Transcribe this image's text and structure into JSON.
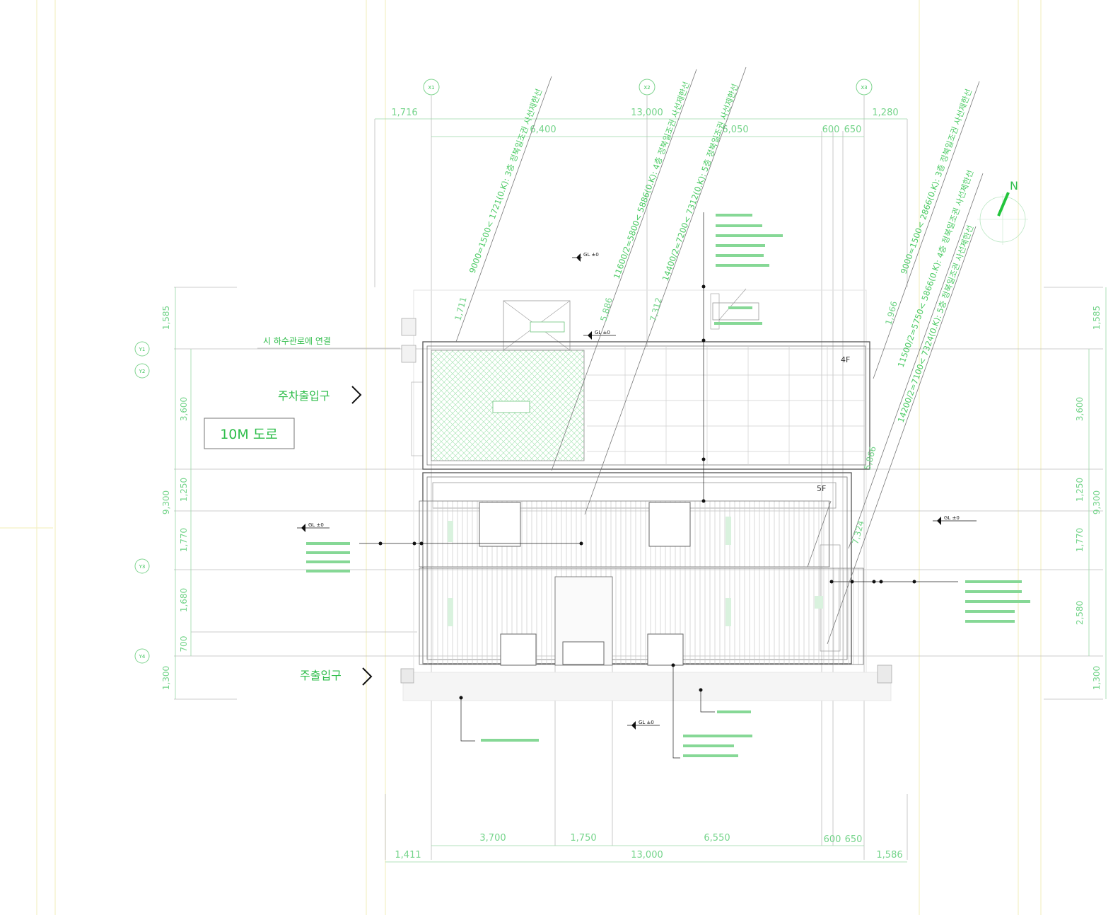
{
  "grid_bubbles": {
    "top": [
      "X1",
      "X2",
      "X3"
    ],
    "left": [
      "Y1",
      "Y2",
      "Y3",
      "Y4"
    ]
  },
  "top_dims": {
    "overall": [
      "1,716",
      "13,000",
      "1,280"
    ],
    "parts": [
      "6,400",
      "6,050",
      "600",
      "650"
    ]
  },
  "bottom_dims": {
    "parts": [
      "3,700",
      "1,750",
      "6,550",
      "600",
      "650"
    ],
    "overall": [
      "1,411",
      "13,000",
      "1,586"
    ]
  },
  "left_dims": [
    "1,585",
    "3,600",
    "1,250",
    "1,770",
    "1,680",
    "700",
    "1,300",
    "9,300"
  ],
  "right_dims": [
    "1,585",
    "3,600",
    "1,250",
    "1,770",
    "2,580",
    "1,300",
    "9,300"
  ],
  "sunlight_lines": [
    "9000=1500< 1721(0.K): 3층 정북일조권 사선제한선",
    "11600/2=5800< 5886(0.K): 4층 정북일조권 사선제한선",
    "14400/2=7200< 7312(0.K): 5층 정북일조권 사선제한선",
    "9000=1500< 2866(0.K): 3층 정북일조권 사선제한선",
    "11500/2=5750< 5866(0.K): 4층 정북일조권 사선제한선",
    "14200/2=7100< 7324(0.K): 5층 정북일조권 사선제한선"
  ],
  "labels": {
    "sewer": "시 하수관로에 연결",
    "parking_entrance": "주차출입구",
    "main_entrance": "주출입구",
    "road": "10M 도로",
    "floor_4f": "4F",
    "floor_5f": "5F",
    "north": "N",
    "gl": [
      "GL ±0",
      "GL ±0",
      "GL ±0",
      "GL ±0",
      "GL ±0"
    ]
  },
  "section_marks": [
    "1,711",
    "5,886",
    "7,312",
    "5,866",
    "7,324",
    "1,966"
  ]
}
